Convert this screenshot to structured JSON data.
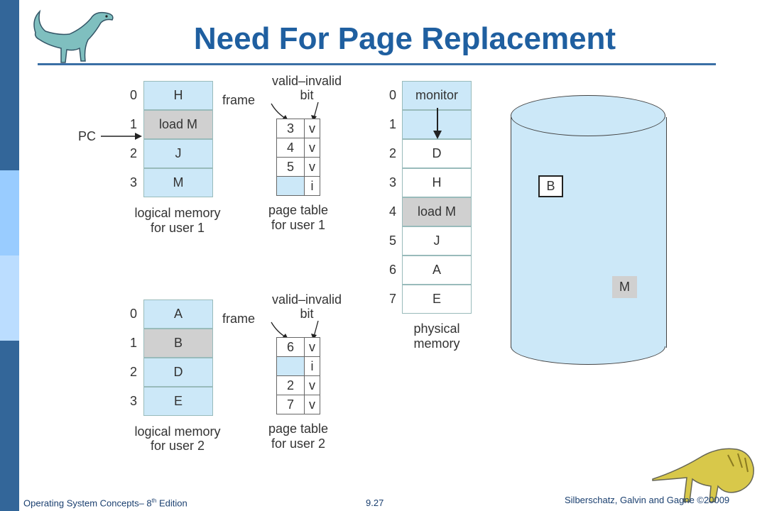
{
  "slide": {
    "title": "Need For Page Replacement",
    "footer_left": "Operating System Concepts– 8",
    "footer_left_sup": "th",
    "footer_left_end": " Edition",
    "footer_center": "9.27",
    "footer_right": "Silberschatz, Galvin and Gagne ©20009"
  },
  "user1": {
    "indices": [
      "0",
      "1",
      "2",
      "3"
    ],
    "logical": [
      "H",
      "load M",
      "J",
      "M"
    ],
    "logical_caption_1": "logical memory",
    "logical_caption_2": "for user 1",
    "pc": "PC",
    "frame_label": "frame",
    "vi_label_1": "valid–invalid",
    "vi_label_2": "bit",
    "pt_frames": [
      "3",
      "4",
      "5",
      ""
    ],
    "pt_bits": [
      "v",
      "v",
      "v",
      "i"
    ],
    "pt_caption_1": "page table",
    "pt_caption_2": "for user 1"
  },
  "user2": {
    "indices": [
      "0",
      "1",
      "2",
      "3"
    ],
    "logical": [
      "A",
      "B",
      "D",
      "E"
    ],
    "logical_caption_1": "logical memory",
    "logical_caption_2": "for user 2",
    "frame_label": "frame",
    "vi_label_1": "valid–invalid",
    "vi_label_2": "bit",
    "pt_frames": [
      "6",
      "",
      "2",
      "7"
    ],
    "pt_bits": [
      "v",
      "i",
      "v",
      "v"
    ],
    "pt_caption_1": "page table",
    "pt_caption_2": "for user 2"
  },
  "physical": {
    "indices": [
      "0",
      "1",
      "2",
      "3",
      "4",
      "5",
      "6",
      "7"
    ],
    "frames": [
      "monitor",
      "",
      "D",
      "H",
      "load M",
      "J",
      "A",
      "E"
    ],
    "caption_1": "physical",
    "caption_2": "memory"
  },
  "disk": {
    "item_b": "B",
    "item_m": "M"
  },
  "colors": {
    "title": "#1f5fa0",
    "sidebar": "#336699",
    "cell_blue": "#cce8f8",
    "cell_gray": "#d0d0d0"
  }
}
